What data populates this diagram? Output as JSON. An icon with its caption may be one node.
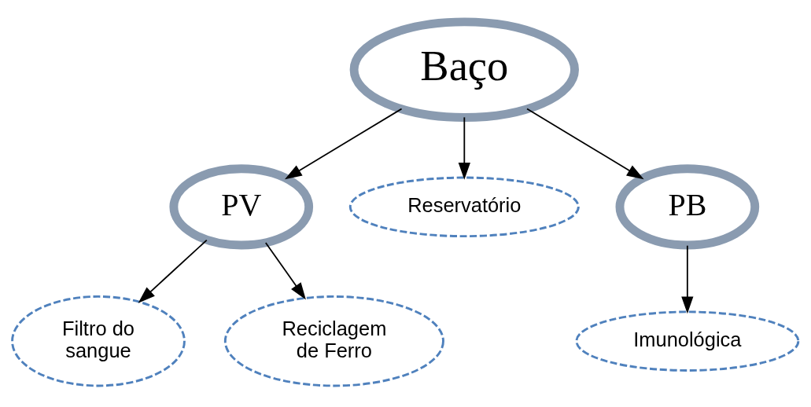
{
  "diagram": {
    "nodes": [
      {
        "text": [
          "Baço"
        ]
      },
      {
        "text": [
          "PV"
        ]
      },
      {
        "text": [
          "Reservatório"
        ]
      },
      {
        "text": [
          "PB"
        ]
      },
      {
        "text": [
          "Filtro do sangue"
        ]
      },
      {
        "text": [
          "Reciclagem de Ferro"
        ]
      },
      {
        "text": [
          "Imunológica"
        ]
      }
    ],
    "edges": [
      {
        "from": 0,
        "to": 1,
        "arrow": "to"
      },
      {
        "from": 0,
        "to": 2,
        "arrow": "to"
      },
      {
        "from": 0,
        "to": 3,
        "arrow": "to"
      },
      {
        "from": 1,
        "to": 4,
        "arrow": "to"
      },
      {
        "from": 1,
        "to": 5,
        "arrow": "to"
      },
      {
        "from": 3,
        "to": 6,
        "arrow": "to"
      }
    ]
  }
}
